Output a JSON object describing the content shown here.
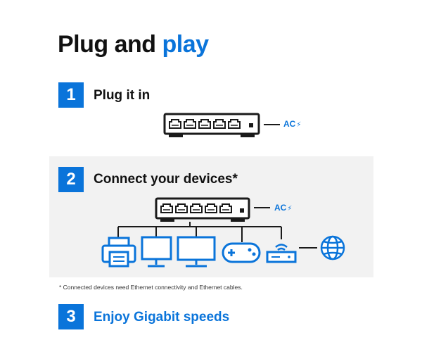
{
  "title": {
    "main": "Plug and ",
    "accent": "play"
  },
  "steps": [
    {
      "number": "1",
      "label": "Plug it in"
    },
    {
      "number": "2",
      "label": "Connect your devices*"
    },
    {
      "number": "3",
      "label": "Enjoy Gigabit speeds"
    }
  ],
  "power_label": "AC",
  "footnote": "* Connected devices need Ethernet connectivity and Ethernet cables.",
  "colors": {
    "accent": "#0a74da",
    "dark": "#1a1a1a",
    "panel": "#f2f2f2"
  },
  "icons": [
    "network-switch-icon",
    "printer-icon",
    "monitor-icon",
    "game-controller-icon",
    "router-icon",
    "globe-icon",
    "lightning-bolt-icon"
  ]
}
